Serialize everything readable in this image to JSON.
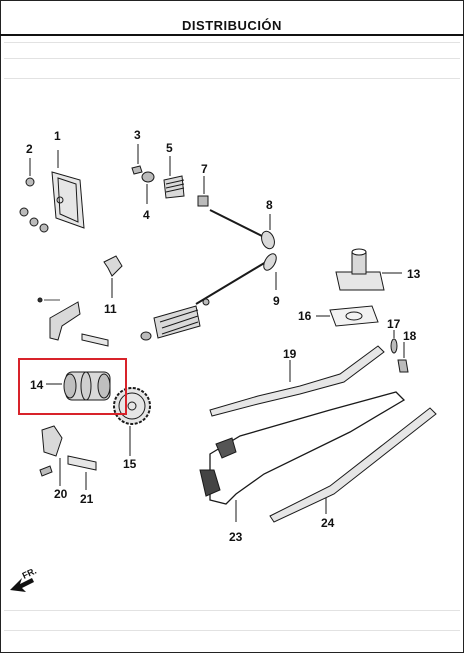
{
  "header": {
    "title": "DISTRIBUCIÓN"
  },
  "colors": {
    "highlight": "#d8232a",
    "line": "#1a1a1a",
    "part_fill": "#d9d9d9",
    "shade": "#9a9a9a"
  },
  "parts": [
    {
      "number": "1"
    },
    {
      "number": "2"
    },
    {
      "number": "3"
    },
    {
      "number": "4"
    },
    {
      "number": "5"
    },
    {
      "number": "7"
    },
    {
      "number": "8"
    },
    {
      "number": "9"
    },
    {
      "number": "11"
    },
    {
      "number": "13"
    },
    {
      "number": "14"
    },
    {
      "number": "15"
    },
    {
      "number": "16"
    },
    {
      "number": "17"
    },
    {
      "number": "18"
    },
    {
      "number": "19"
    },
    {
      "number": "20"
    },
    {
      "number": "21"
    },
    {
      "number": "23"
    },
    {
      "number": "24"
    }
  ],
  "highlighted_part": "14",
  "front_indicator": {
    "label": "FR.",
    "icon": "front-arrow-icon"
  }
}
